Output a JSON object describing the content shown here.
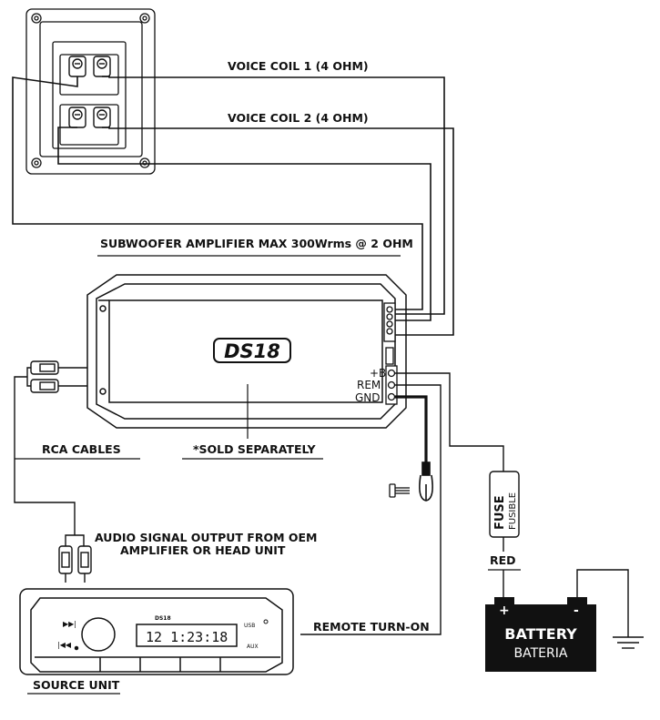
{
  "labels": {
    "voice_coil_1": "VOICE COIL 1 (4 OHM)",
    "voice_coil_2": "VOICE COIL 2 (4 OHM)",
    "amplifier": "SUBWOOFER AMPLIFIER MAX 300Wrms @ 2 OHM",
    "sold_separately": "*SOLD SEPARATELY",
    "rca_cables": "RCA CABLES",
    "audio_signal_line1": "AUDIO SIGNAL OUTPUT FROM OEM",
    "audio_signal_line2": "AMPLIFIER OR HEAD UNIT",
    "remote_turn_on": "REMOTE TURN-ON",
    "source_unit": "SOURCE UNIT",
    "red": "RED",
    "fuse": "FUSE",
    "fusible": "FUSIBLE",
    "battery": "BATTERY",
    "bateria": "BATERIA",
    "battery_plus": "+",
    "battery_minus": "-"
  },
  "amplifier_terminals": {
    "plus_b": "+B",
    "rem": "REM",
    "gnd": "GND"
  },
  "brand_logo": "DS18",
  "head_unit": {
    "display_time": "12 1:23:18",
    "usb_label": "USB",
    "aux_label": "AUX",
    "next_icon": "next-track-icon",
    "prev_icon": "previous-track-icon"
  },
  "colors": {
    "line": "#111111",
    "background": "#ffffff",
    "battery_fill": "#111111",
    "battery_text": "#ffffff"
  }
}
